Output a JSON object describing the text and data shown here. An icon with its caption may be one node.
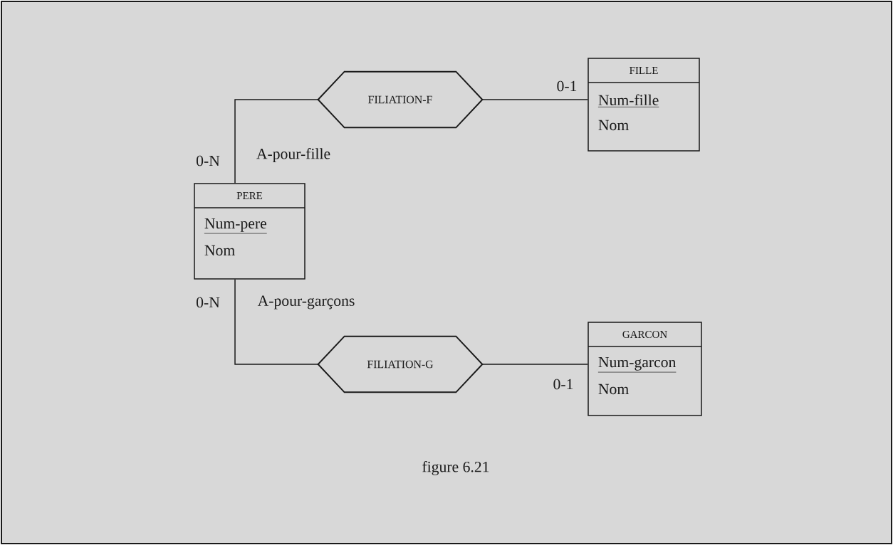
{
  "diagram": {
    "caption": "figure 6.21",
    "nodes": [
      {
        "text": [
          "PERE",
          "Num-pere",
          "Nom"
        ]
      },
      {
        "text": [
          "FILLE",
          "Num-fille",
          "Nom"
        ]
      },
      {
        "text": [
          "GARCON",
          "Num-garcon",
          "Nom"
        ]
      },
      {
        "text": [
          "FILIATION-F"
        ]
      },
      {
        "text": [
          "FILIATION-G"
        ]
      }
    ],
    "edges": [
      {
        "from": 0,
        "to": 3,
        "arrow": "none",
        "label": "A-pour-fille"
      },
      {
        "from": 3,
        "to": 1,
        "arrow": "none"
      },
      {
        "from": 0,
        "to": 4,
        "arrow": "none",
        "label": "A-pour-garçons"
      },
      {
        "from": 4,
        "to": 2,
        "arrow": "none"
      }
    ],
    "labels": [
      "0-1",
      "0-N",
      "0-N",
      "0-1"
    ]
  }
}
